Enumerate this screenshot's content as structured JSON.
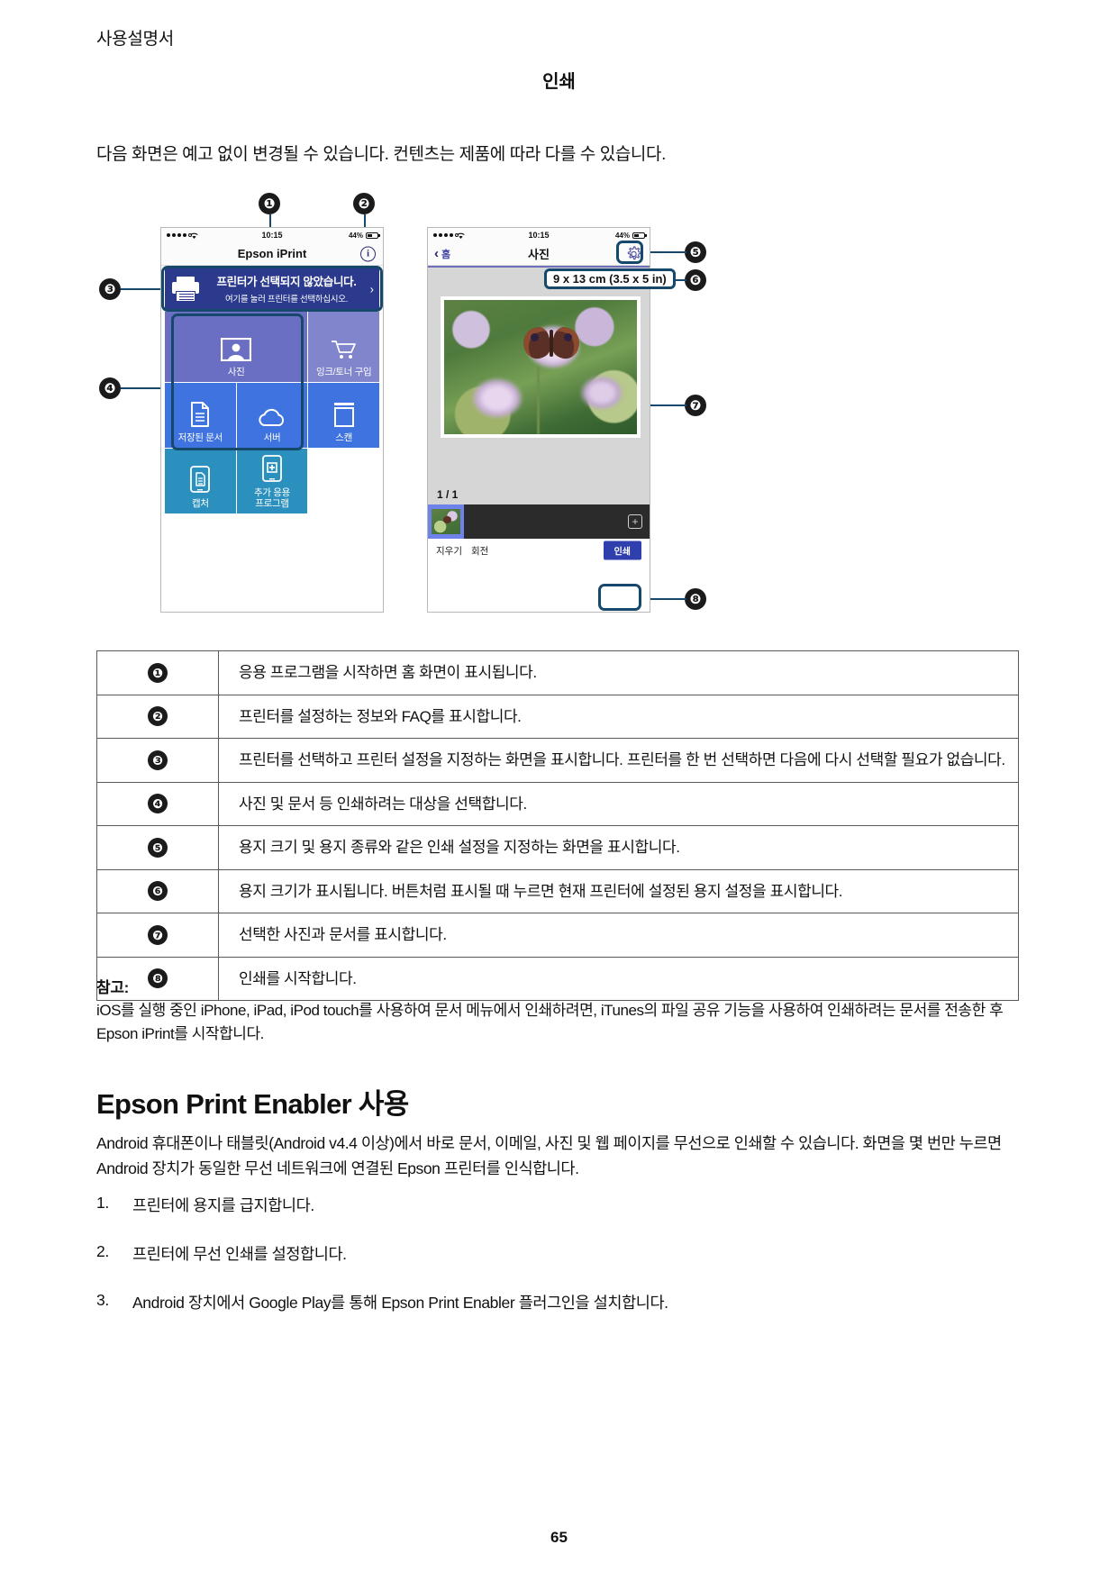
{
  "header": {
    "left_title": "사용설명서",
    "center_title": "인쇄"
  },
  "intro": "다음 화면은 예고 없이 변경될 수 있습니다. 컨텐츠는 제품에 따라 다를 수 있습니다.",
  "page_number": "65",
  "callouts": {
    "one": "❶",
    "two": "❷",
    "three": "❸",
    "four": "❹",
    "five": "❺",
    "six": "❻",
    "seven": "❼",
    "eight": "❽"
  },
  "phone_home": {
    "status": {
      "time": "10:15",
      "battery": "44%",
      "wifi_icon": "wifi-icon",
      "signal_icon": "signal-dots-icon"
    },
    "nav_title": "Epson iPrint",
    "info_button": "i",
    "banner": {
      "line1": "프린터가 선택되지 않았습니다.",
      "line2": "여기를 눌러 프린터를 선택하십시오.",
      "chevron": "›",
      "printer_icon": "printer-icon"
    },
    "tiles": [
      {
        "label": "사진",
        "icon": "photo-icon"
      },
      {
        "label": "잉크/토너 구입",
        "icon": "shopping-cart-icon"
      },
      {
        "label": "저장된 문서",
        "icon": "document-icon"
      },
      {
        "label": "서버",
        "icon": "cloud-icon"
      },
      {
        "label": "스캔",
        "icon": "scanner-icon"
      },
      {
        "label": "캡처",
        "icon": "capture-phone-icon"
      },
      {
        "label": "추가 응용\n프로그램",
        "icon": "more-apps-icon"
      }
    ]
  },
  "phone_photo": {
    "status": {
      "time": "10:15",
      "battery": "44%",
      "wifi_icon": "wifi-icon",
      "signal_icon": "signal-dots-icon"
    },
    "back_label": "홈",
    "nav_title": "사진",
    "gear_icon": "gear-icon",
    "paper_size": "9 x 13 cm (3.5 x 5 in)",
    "page_count": "1 / 1",
    "add_button": "+",
    "actions": {
      "delete": "지우기",
      "rotate": "회전",
      "print": "인쇄"
    }
  },
  "table": {
    "rows": [
      {
        "num": "❶",
        "text": "응용 프로그램을 시작하면 홈 화면이 표시됩니다."
      },
      {
        "num": "❷",
        "text": "프린터를 설정하는 정보와 FAQ를 표시합니다."
      },
      {
        "num": "❸",
        "text": "프린터를 선택하고 프린터 설정을 지정하는 화면을 표시합니다. 프린터를 한 번 선택하면 다음에 다시 선택할 필요가 없습니다."
      },
      {
        "num": "❹",
        "text": "사진 및 문서 등 인쇄하려는 대상을 선택합니다."
      },
      {
        "num": "❺",
        "text": "용지 크기 및 용지 종류와 같은 인쇄 설정을 지정하는 화면을 표시합니다."
      },
      {
        "num": "❻",
        "text": "용지 크기가 표시됩니다. 버튼처럼 표시될 때 누르면 현재 프린터에 설정된 용지 설정을 표시합니다."
      },
      {
        "num": "❼",
        "text": "선택한 사진과 문서를 표시합니다."
      },
      {
        "num": "❽",
        "text": "인쇄를 시작합니다."
      }
    ]
  },
  "note": {
    "title": "참고:",
    "body": "iOS를 실행 중인 iPhone, iPad, iPod touch를 사용하여 문서 메뉴에서 인쇄하려면, iTunes의 파일 공유 기능을 사용하여 인쇄하려는 문서를 전송한 후 Epson iPrint를 시작합니다."
  },
  "section": {
    "heading": "Epson Print Enabler 사용",
    "paragraph": "Android 휴대폰이나 태블릿(Android v4.4 이상)에서 바로 문서, 이메일, 사진 및 웹 페이지를 무선으로 인쇄할 수 있습니다. 화면을 몇 번만 누르면 Android 장치가 동일한 무선 네트워크에 연결된 Epson 프린터를 인식합니다.",
    "steps": [
      {
        "n": "1.",
        "text": "프린터에 용지를 급지합니다."
      },
      {
        "n": "2.",
        "text": "프린터에 무선 인쇄를 설정합니다."
      },
      {
        "n": "3.",
        "text": "Android 장치에서 Google Play를 통해 Epson Print Enabler 플러그인을 설치합니다."
      }
    ]
  },
  "colors": {
    "callout_line": "#16486b",
    "banner_blue": "#2b3a8c",
    "tile_photo": "#6b6fc4",
    "tile_ink": "#8185cc",
    "tile_blue": "#3f74e0",
    "tile_teal": "#2b90bd",
    "print_button": "#2f3fae"
  }
}
